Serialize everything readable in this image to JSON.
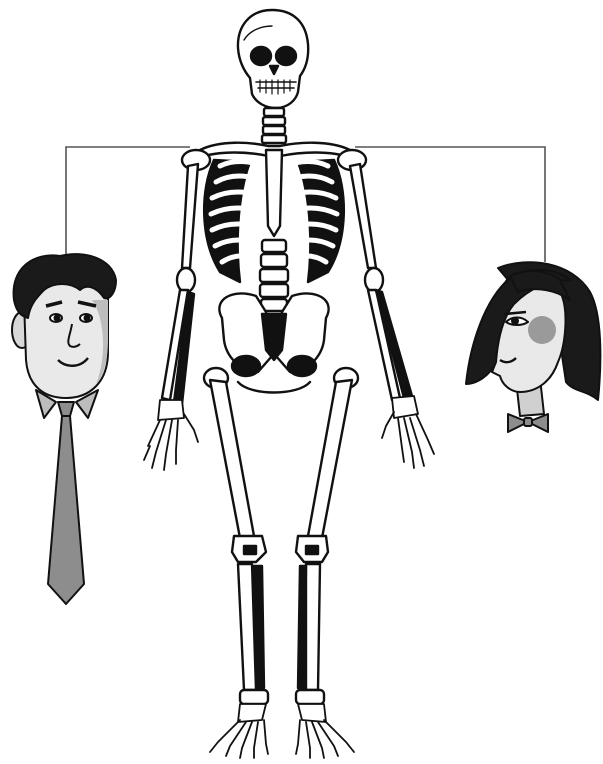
{
  "figure": {
    "components": [
      {
        "id": "skeleton",
        "icon": "human-skeleton-icon"
      },
      {
        "id": "male-head",
        "icon": "man-head-with-tie-icon"
      },
      {
        "id": "female-head",
        "icon": "woman-head-with-bowtie-icon"
      }
    ],
    "connectors": [
      "skeleton-to-male-head",
      "skeleton-to-female-head"
    ]
  },
  "colors": {
    "ink": "#111111",
    "bone": "#ffffff",
    "skin": "#e9e9e9",
    "skin_shade": "#bdbdbd",
    "hair": "#1a1a1a",
    "tie": "#8d8d8d",
    "blush": "#9a9a9a",
    "connector": "#555555"
  }
}
